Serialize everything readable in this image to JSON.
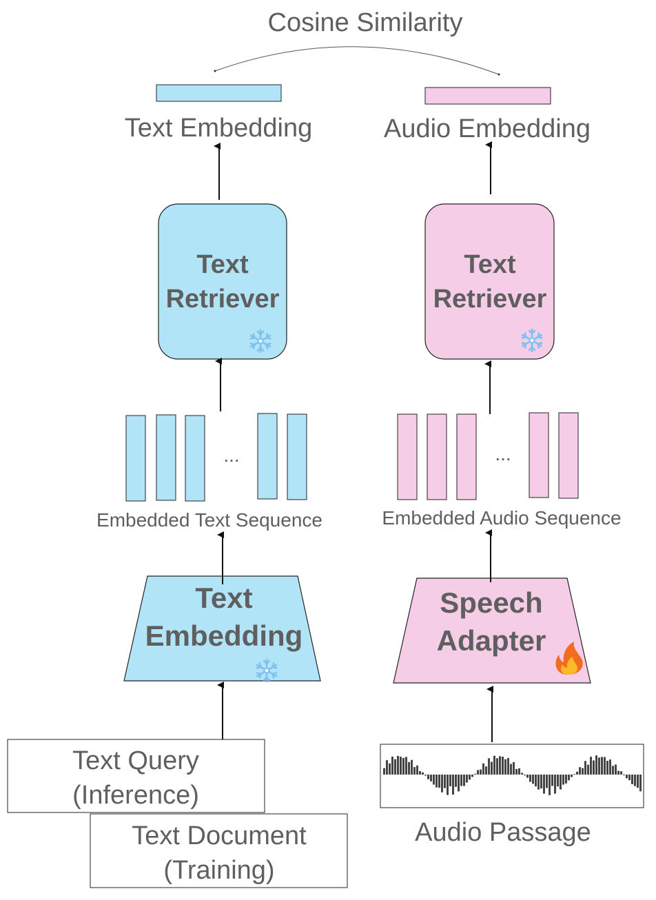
{
  "title": "Cosine Similarity",
  "colors": {
    "blue": "#b1e4f7",
    "pink": "#f6cde7",
    "text": "#5f5f5f",
    "stroke": "#222222",
    "waveform": "#444444"
  },
  "text_side": {
    "output_label": "Text Embedding",
    "retriever_line1": "Text",
    "retriever_line2": "Retriever",
    "retriever_icon": "snowflake-icon",
    "sequence_ellipsis": "...",
    "sequence_label": "Embedded Text Sequence",
    "encoder_line1": "Text",
    "encoder_line2": "Embedding",
    "encoder_icon": "snowflake-icon",
    "input1_line1": "Text Query",
    "input1_line2": "(Inference)",
    "input2_line1": "Text Document",
    "input2_line2": "(Training)"
  },
  "audio_side": {
    "output_label": "Audio Embedding",
    "retriever_line1": "Text",
    "retriever_line2": "Retriever",
    "retriever_icon": "snowflake-icon",
    "sequence_ellipsis": "...",
    "sequence_label": "Embedded Audio Sequence",
    "encoder_line1": "Speech",
    "encoder_line2": "Adapter",
    "encoder_icon": "fire-icon",
    "input_label": "Audio Passage"
  }
}
